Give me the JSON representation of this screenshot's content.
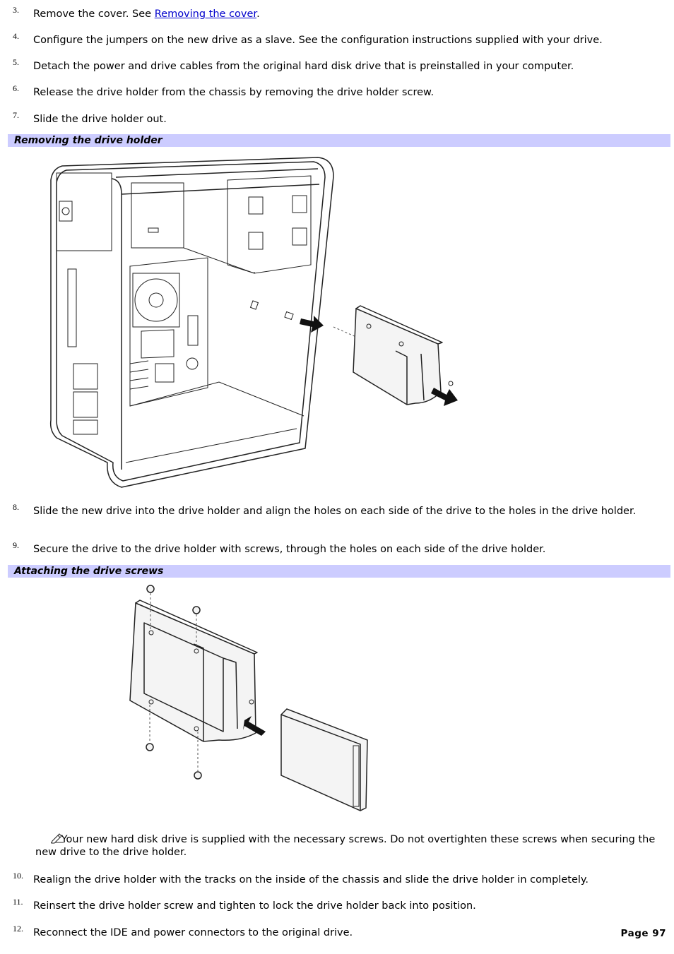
{
  "steps_top": [
    {
      "num": "3.",
      "before": "Remove the cover. See ",
      "link": "Removing the cover",
      "after": "."
    },
    {
      "num": "4.",
      "text": "Configure the jumpers on the new drive as a slave. See the configuration instructions supplied with your drive."
    },
    {
      "num": "5.",
      "text": "Detach the power and drive cables from the original hard disk drive that is preinstalled in your computer."
    },
    {
      "num": "6.",
      "text": "Release the drive holder from the chassis by removing the drive holder screw."
    },
    {
      "num": "7.",
      "text": "Slide the drive holder out."
    }
  ],
  "figure1": {
    "caption": "Removing the drive holder"
  },
  "steps_middle": [
    {
      "num": "8.",
      "text": "Slide the new drive into the drive holder and align the holes on each side of the drive to the holes in the drive holder."
    },
    {
      "num": "9.",
      "text": "Secure the drive to the drive holder with screws, through the holes on each side of the drive holder."
    }
  ],
  "figure2": {
    "caption": "Attaching the drive screws"
  },
  "note": {
    "icon": "note-pencil-icon",
    "text": "Your new hard disk drive is supplied with the necessary screws. Do not overtighten these screws when securing the new drive to the drive holder."
  },
  "steps_bottom": [
    {
      "num": "10.",
      "text": "Realign the drive holder with the tracks on the inside of the chassis and slide the drive holder in completely."
    },
    {
      "num": "11.",
      "text": "Reinsert the drive holder screw and tighten to lock the drive holder back into position."
    },
    {
      "num": "12.",
      "text": "Reconnect the IDE and power connectors to the original drive."
    }
  ],
  "footer": {
    "page_label": "Page 97"
  },
  "colors": {
    "caption_bg": "#ccccff",
    "link": "#0000cc"
  }
}
